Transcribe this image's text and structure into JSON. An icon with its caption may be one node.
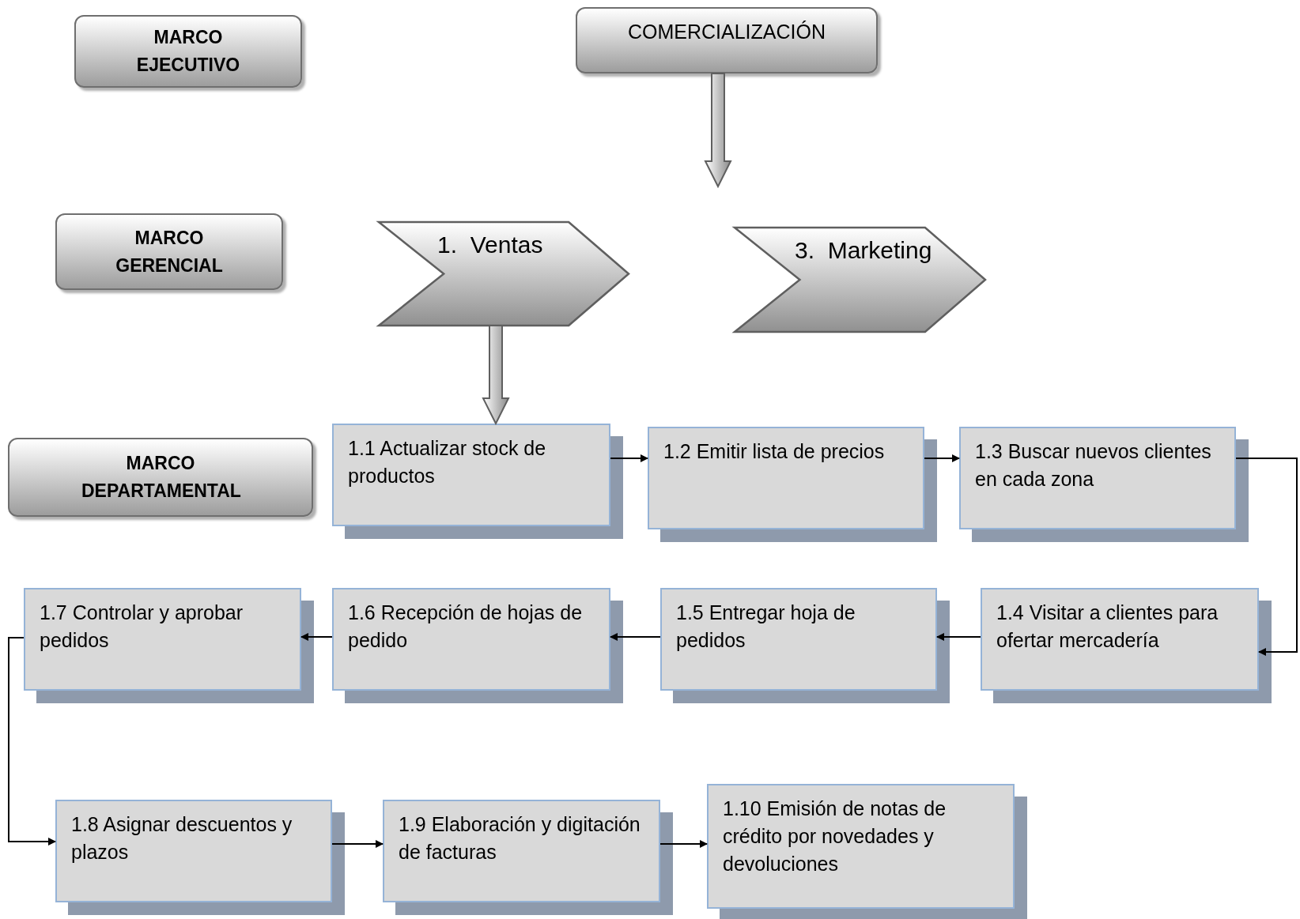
{
  "diagram": {
    "nodes": [
      {
        "text": [
          "MARCO EJECUTIVO"
        ]
      },
      {
        "text": [
          "COMERCIALIZACIÓN"
        ]
      },
      {
        "text": [
          "MARCO GERENCIAL"
        ]
      },
      {
        "text": [
          "1.  Ventas"
        ]
      },
      {
        "text": [
          "3.  Marketing"
        ]
      },
      {
        "text": [
          "MARCO DEPARTAMENTAL"
        ]
      },
      {
        "text": [
          "1.1 Actualizar stock de productos"
        ]
      },
      {
        "text": [
          "1.2 Emitir lista de precios"
        ]
      },
      {
        "text": [
          "1.3 Buscar nuevos clientes en cada zona"
        ]
      },
      {
        "text": [
          "1.4 Visitar a clientes para ofertar mercadería"
        ]
      },
      {
        "text": [
          "1.5 Entregar hoja de pedidos"
        ]
      },
      {
        "text": [
          "1.6 Recepción de hojas de pedido"
        ]
      },
      {
        "text": [
          "1.7 Controlar y aprobar pedidos"
        ]
      },
      {
        "text": [
          "1.8 Asignar descuentos y plazos"
        ]
      },
      {
        "text": [
          "1.9 Elaboración y digitación de facturas"
        ]
      },
      {
        "text": [
          "1.10 Emisión de notas de crédito por novedades y devoluciones"
        ]
      }
    ],
    "edges": [
      {
        "from": 1,
        "to": null,
        "arrow": "to",
        "style": "thick"
      },
      {
        "from": 3,
        "to": 6,
        "arrow": "to",
        "style": "thick"
      },
      {
        "from": 6,
        "to": 7,
        "arrow": "to"
      },
      {
        "from": 7,
        "to": 8,
        "arrow": "to"
      },
      {
        "from": 8,
        "to": 9,
        "arrow": "to"
      },
      {
        "from": 9,
        "to": 10,
        "arrow": "to"
      },
      {
        "from": 10,
        "to": 11,
        "arrow": "to"
      },
      {
        "from": 11,
        "to": 12,
        "arrow": "to"
      },
      {
        "from": 12,
        "to": 13,
        "arrow": "to"
      },
      {
        "from": 13,
        "to": 14,
        "arrow": "to"
      },
      {
        "from": 14,
        "to": 15,
        "arrow": "to"
      }
    ]
  }
}
